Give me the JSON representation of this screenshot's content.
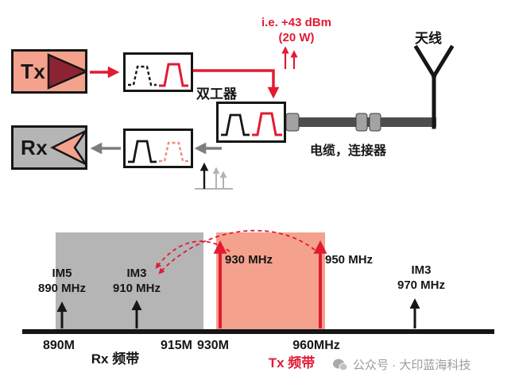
{
  "colors": {
    "red": "#e21a33",
    "salmon": "#f4a28e",
    "gray_band": "#b5b5b5",
    "dark_red": "#8c2332",
    "cable_gray": "#4d4d4d",
    "arrow_gray": "#7d7d7d"
  },
  "blocks": {
    "tx_label": "Tx",
    "rx_label": "Rx",
    "duplexer_label": "双工器",
    "antenna_label": "天线",
    "cable_label": "电缆，连接器",
    "power_note_line1": "i.e. +43 dBm",
    "power_note_line2": "(20 W)"
  },
  "spectrum": {
    "ticks": [
      "890M",
      "915M",
      "930M",
      "960MHz"
    ],
    "rx_band_label": "Rx 频带",
    "tx_band_label": "Tx 频带",
    "rx_band_range_mhz": [
      890,
      915
    ],
    "tx_band_range_mhz": [
      930,
      960
    ],
    "markers": [
      {
        "name": "IM5",
        "freq": "890 MHz",
        "color": "black"
      },
      {
        "name": "IM3",
        "freq": "910 MHz",
        "color": "black"
      },
      {
        "name": "",
        "freq": "930 MHz",
        "color": "red"
      },
      {
        "name": "",
        "freq": "950 MHz",
        "color": "red"
      },
      {
        "name": "IM3",
        "freq": "970 MHz",
        "color": "black"
      }
    ]
  },
  "watermark": {
    "text": "公众号 · 大印蓝海科技"
  }
}
